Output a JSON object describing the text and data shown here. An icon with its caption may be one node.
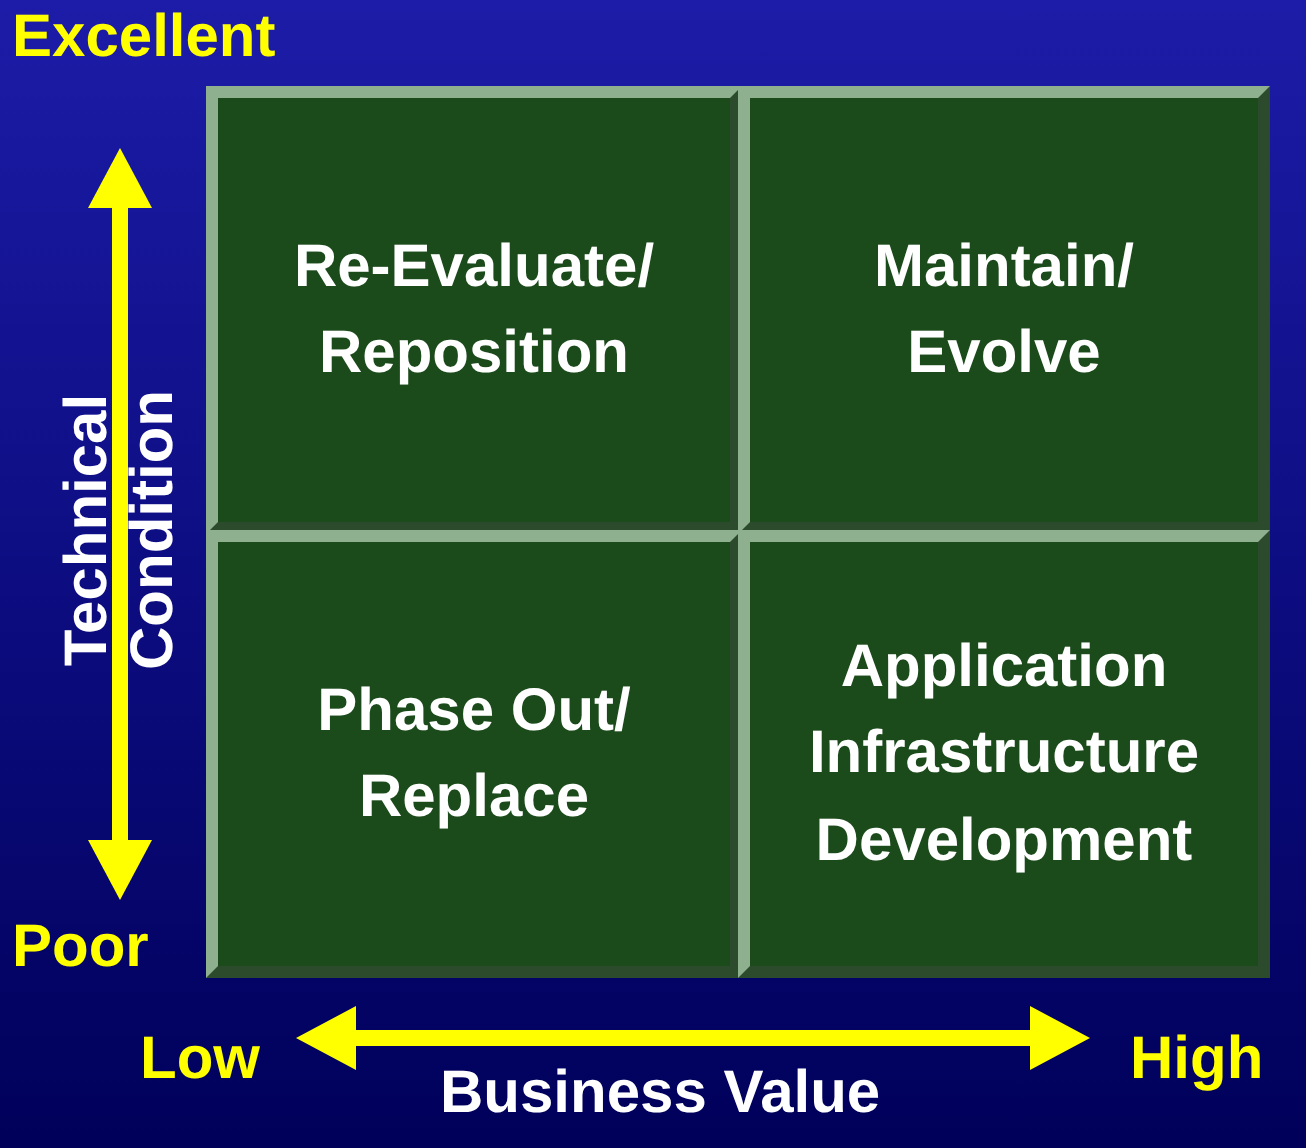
{
  "diagram": {
    "nodes": [
      {
        "text": [
          "Re-Evaluate/ Reposition"
        ]
      },
      {
        "text": [
          "Maintain/ Evolve"
        ]
      },
      {
        "text": [
          "Phase Out/ Replace"
        ]
      },
      {
        "text": [
          "Application Infrastructure Development"
        ]
      }
    ],
    "edges": [],
    "labels": [
      "Excellent",
      "Technical Condition",
      "Poor",
      "Low",
      "Business Value",
      "High"
    ]
  }
}
